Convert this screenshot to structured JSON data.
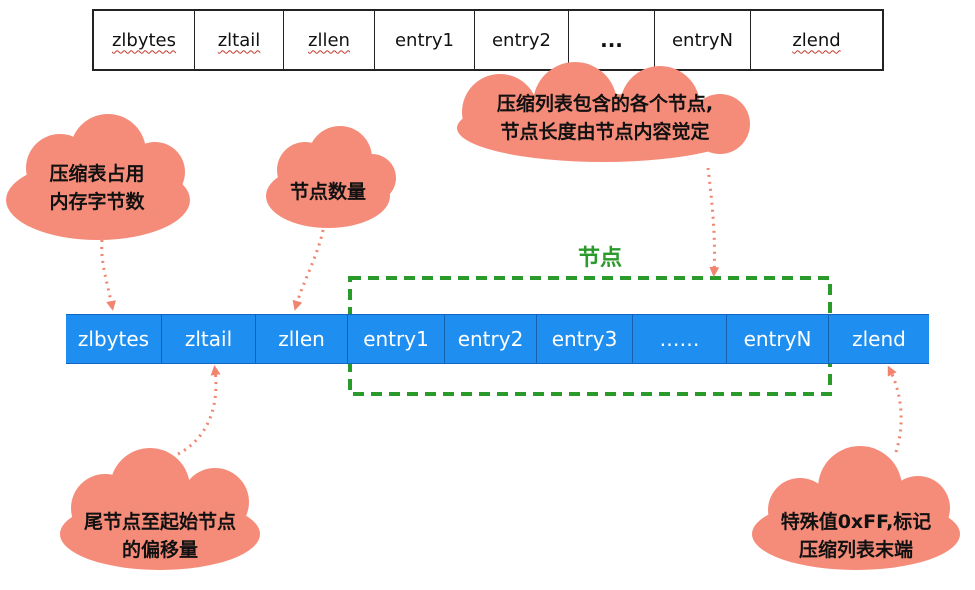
{
  "top_row": {
    "cells": [
      {
        "label": "zlbytes"
      },
      {
        "label": "zltail"
      },
      {
        "label": "zllen"
      },
      {
        "label": "entry1"
      },
      {
        "label": "entry2"
      },
      {
        "label": "..."
      },
      {
        "label": "entryN"
      },
      {
        "label": "zlend"
      }
    ]
  },
  "bottom_row": {
    "cells": [
      {
        "label": "zlbytes"
      },
      {
        "label": "zltail"
      },
      {
        "label": "zllen"
      },
      {
        "label": "entry1"
      },
      {
        "label": "entry2"
      },
      {
        "label": "entry3"
      },
      {
        "label": "……"
      },
      {
        "label": "entryN"
      },
      {
        "label": "zlend"
      }
    ]
  },
  "node_group_label": "节点",
  "clouds": {
    "zlbytes_note": {
      "line1": "压缩表占用",
      "line2": "内存字节数"
    },
    "zllen_note": {
      "line1": "节点数量"
    },
    "entries_note": {
      "line1": "压缩列表包含的各个节点,",
      "line2": "节点长度由节点内容觉定"
    },
    "zltail_note": {
      "line1": "尾节点至起始节点",
      "line2": "的偏移量"
    },
    "zlend_note": {
      "line1": "特殊值0xFF,标记",
      "line2": "压缩列表末端"
    }
  },
  "colors": {
    "cell_blue": "#1e8ff0",
    "cloud_salmon": "#f58c7a",
    "node_green": "#2a9a2a",
    "arrow_salmon": "#f0846f"
  }
}
